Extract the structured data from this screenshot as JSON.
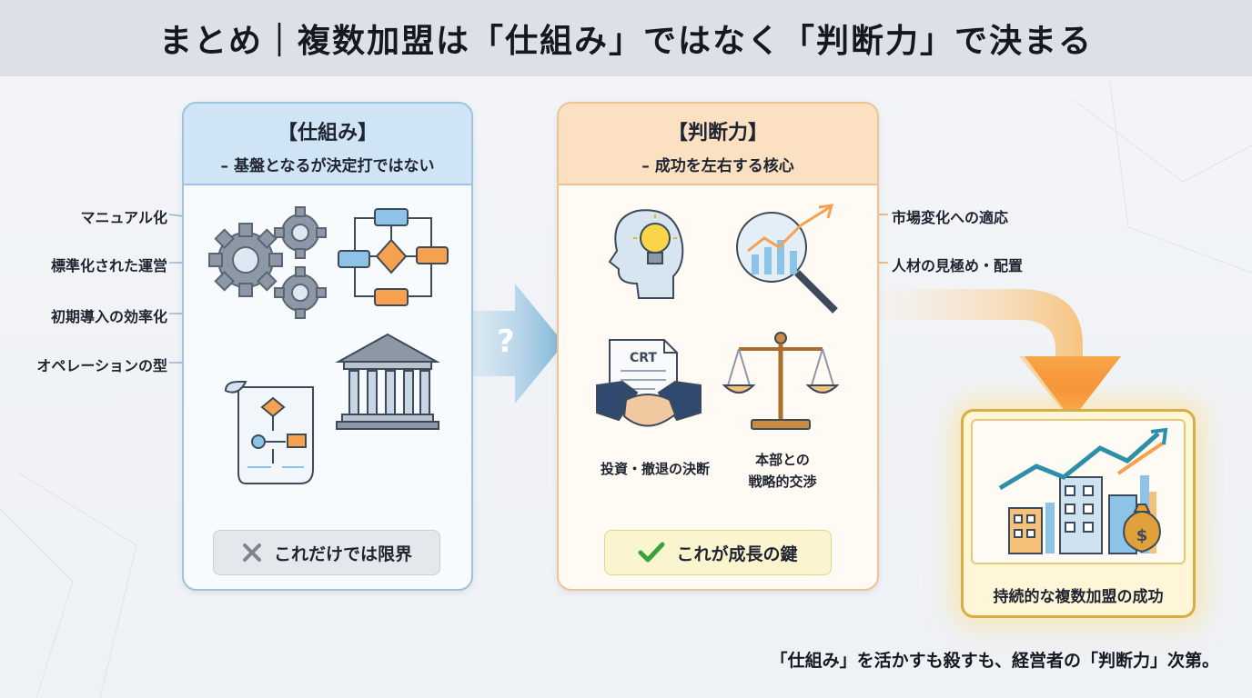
{
  "title": "まとめ｜複数加盟は「仕組み」ではなく「判断力」で決まる",
  "left_panel": {
    "title": "【仕組み】",
    "subtitle": "– 基盤となるが決定打ではない",
    "labels": [
      "マニュアル化",
      "標準化された運営",
      "初期導入の効率化",
      "オペレーションの型"
    ],
    "status": "これだけでは限界"
  },
  "arrow_mark": "?",
  "right_panel": {
    "title": "【判断力】",
    "subtitle": "– 成功を左右する核心",
    "labels_outside": [
      "市場変化への適応",
      "人材の見極め・配置"
    ],
    "doc_text": "CRT",
    "label_invest": "投資・撤退の決断",
    "label_negotiation_1": "本部との",
    "label_negotiation_2": "戦略的交渉",
    "status": "これが成長の鍵"
  },
  "result": {
    "label": "持続的な複数加盟の成功"
  },
  "footer": "「仕組み」を活かすも殺すも、経営者の「判断力」次第。",
  "colors": {
    "blue_accent": "#9cc3df",
    "orange_accent": "#ecc393",
    "gold": "#d6ae45",
    "check_green": "#3aa23a",
    "cross_gray": "#7d8590"
  }
}
